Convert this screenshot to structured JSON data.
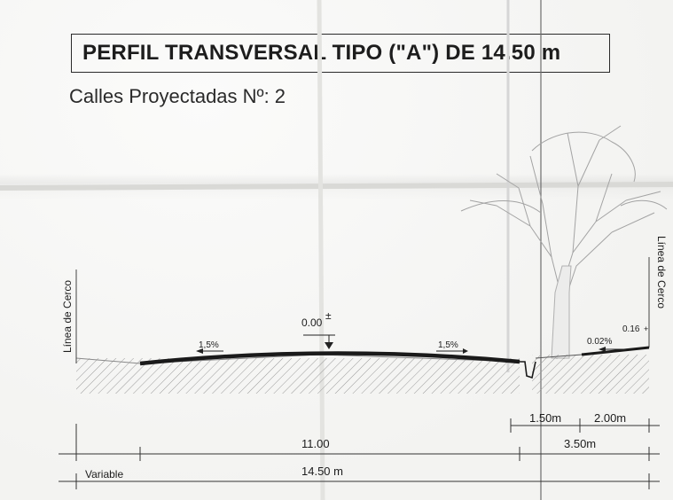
{
  "title": "PERFIL TRANSVERSAL TIPO (\"A\")  DE 14.50 m",
  "subtitle": "Calles Proyectadas Nº: 2",
  "labels": {
    "left_fence": "Línea de Cerco",
    "right_fence": "Línea de Cerco",
    "level": "0.00",
    "level_sign": "±",
    "slope_left": "1,5%",
    "slope_right": "1,5%",
    "slope_sidewalk": "0.02%",
    "curb_height": "0.16"
  },
  "dimensions": {
    "planting_strip": "1.50m",
    "sidewalk": "2.00m",
    "roadway": "11.00",
    "verge_total": "3.50m",
    "variable": "Variable",
    "total": "14.50 m"
  }
}
